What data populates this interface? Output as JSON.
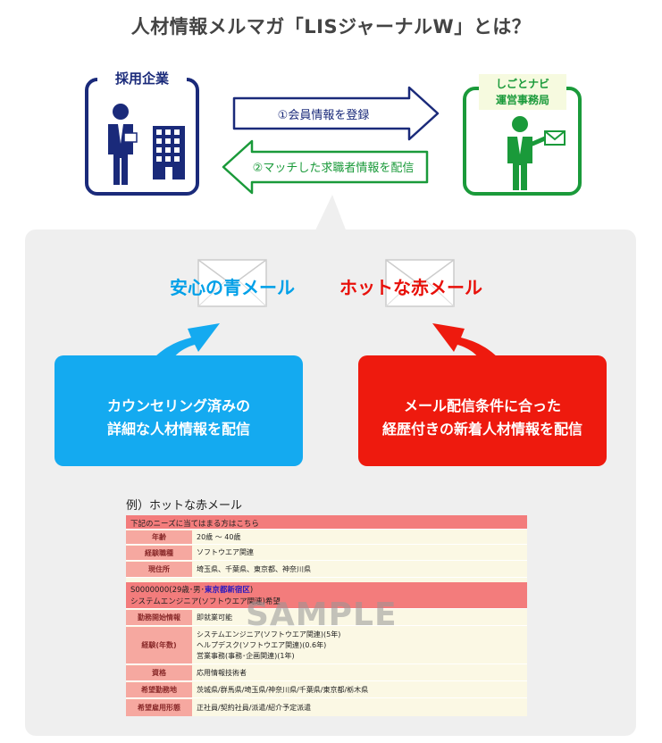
{
  "title": "人材情報メルマガ「LISジャーナルW」とは？",
  "company": {
    "label": "採用企業"
  },
  "office": {
    "line1": "しごとナビ",
    "line2": "運営事務局"
  },
  "arrows": {
    "register": "①会員情報を登録",
    "deliver": "②マッチした求職者情報を配信"
  },
  "mails": {
    "blue": {
      "title": "安心の青メール",
      "line1": "カウンセリング済みの",
      "line2": "詳細な人材情報を配信"
    },
    "red": {
      "title": "ホットな赤メール",
      "line1": "メール配信条件に合った",
      "line2": "経歴付きの新着人材情報を配信"
    }
  },
  "example": {
    "label": "例）ホットな赤メール",
    "watermark": "SAMPLE",
    "header": "下記のニーズに当てはまる方はこちら",
    "rows1": [
      {
        "label": "年齢",
        "value": "20歳 ～ 40歳"
      },
      {
        "label": "経験職種",
        "value": "ソフトウエア関連"
      },
      {
        "label": "現住所",
        "value": "埼玉県、千葉県、東京都、神奈川県"
      }
    ],
    "person": {
      "id": "S0000000(29歳･男･",
      "place": "東京都新宿区",
      "close": ")",
      "job": "システムエンジニア(ソフトウエア関連)希望"
    },
    "rows2": [
      {
        "label": "勤務開始情報",
        "lines": [
          "即就業可能"
        ]
      },
      {
        "label": "経験(年数)",
        "lines": [
          "システムエンジニア(ソフトウエア関連)(5年)",
          "ヘルプデスク(ソフトウエア関連)(0.6年)",
          "営業事務(事務･企画関連)(1年)"
        ]
      },
      {
        "label": "資格",
        "lines": [
          "応用情報技術者"
        ]
      },
      {
        "label": "希望勤務地",
        "lines": [
          "茨城県/群馬県/埼玉県/神奈川県/千葉県/東京都/栃木県"
        ]
      },
      {
        "label": "希望雇用形態",
        "lines": [
          "正社員/契約社員/派遣/紹介予定派遣"
        ]
      }
    ]
  },
  "colors": {
    "navy": "#1a2a7a",
    "green": "#1a9a3a",
    "blue": "#14aaf0",
    "red": "#ee1a0e"
  }
}
